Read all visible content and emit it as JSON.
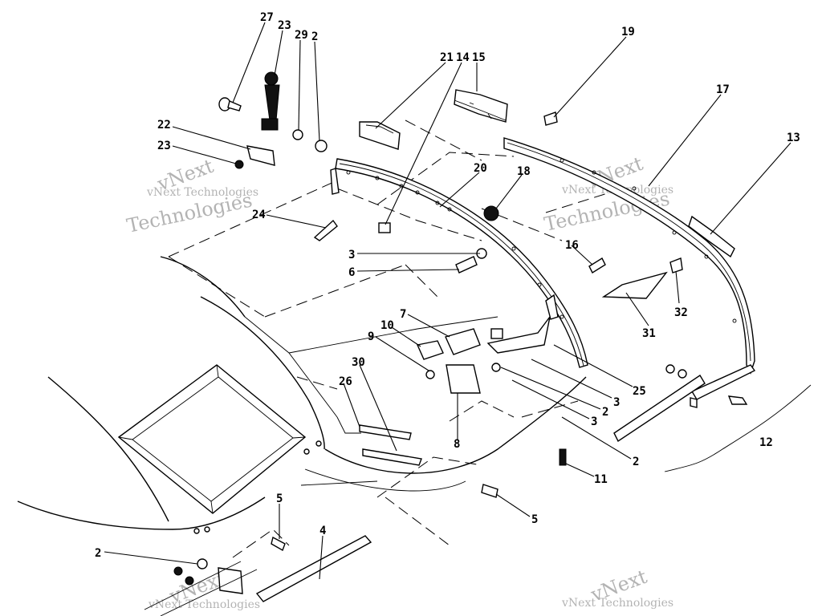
{
  "watermark": {
    "brand_short": "vNext",
    "brand_full": "vNext Technologies",
    "brand_second": "Technologies"
  },
  "callouts": [
    "27",
    "23",
    "29",
    "2",
    "21",
    "14",
    "15",
    "19",
    "17",
    "22",
    "23",
    "20",
    "18",
    "13",
    "24",
    "3",
    "6",
    "16",
    "7",
    "10",
    "9",
    "31",
    "32",
    "25",
    "30",
    "26",
    "3",
    "2",
    "3",
    "8",
    "2",
    "11",
    "12",
    "5",
    "5",
    "4",
    "2"
  ]
}
